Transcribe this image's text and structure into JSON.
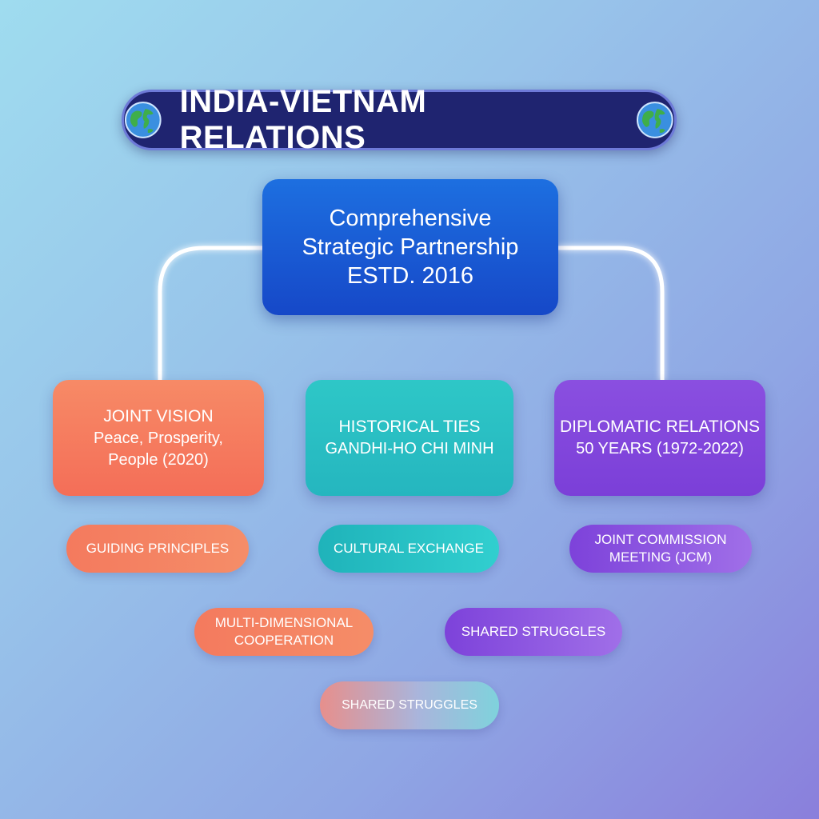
{
  "title": "INDIA-VIETNAM RELATIONS",
  "icons": {
    "left": "globe-icon",
    "right": "globe-icon"
  },
  "center": {
    "line1": "Comprehensive",
    "line2": "Strategic Partnership",
    "line3": "ESTD. 2016"
  },
  "cards": {
    "vision": {
      "title": "JOINT VISION",
      "line2": "Peace, Prosperity,",
      "line3": "People (2020)"
    },
    "history": {
      "title": "HISTORICAL TIES",
      "line2": "GANDHI-HO CHI MINH"
    },
    "diplomatic": {
      "title": "DIPLOMATIC RELATIONS",
      "line2": "50 YEARS (1972-2022)"
    }
  },
  "pills": {
    "guiding": "GUIDING PRINCIPLES",
    "cultural": "CULTURAL EXCHANGE",
    "jcm_line1": "JOINT COMMISSION",
    "jcm_line2": "MEETING (JCM)",
    "multi_line1": "MULTI-DIMENSIONAL",
    "multi_line2": "COOPERATION",
    "shared1": "SHARED STRUGGLES",
    "shared2": "SHARED STRUGGLES"
  },
  "colors": {
    "title_bg": "#1f2470",
    "center_blue": "#1648c8",
    "orange": "#f46e58",
    "teal": "#25b6bf",
    "purple": "#7b3fd8",
    "connector": "#ffffff"
  }
}
